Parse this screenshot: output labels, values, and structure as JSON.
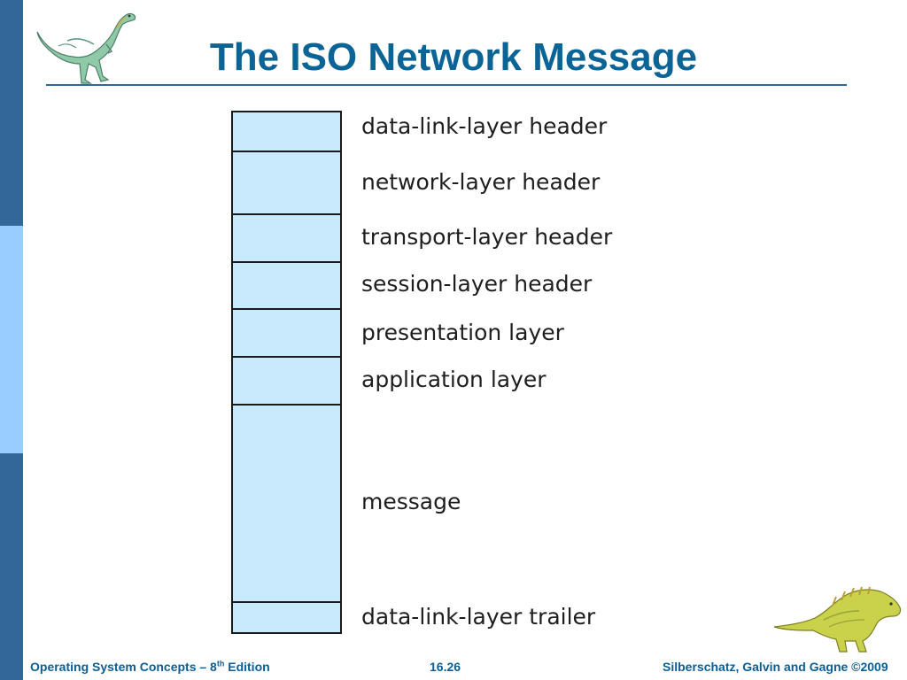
{
  "slide": {
    "title": "The ISO Network Message"
  },
  "diagram": {
    "layers": [
      {
        "label": "data-link-layer header"
      },
      {
        "label": "network-layer header"
      },
      {
        "label": "transport-layer header"
      },
      {
        "label": "session-layer header"
      },
      {
        "label": "presentation layer"
      },
      {
        "label": "application layer"
      },
      {
        "label": "message"
      },
      {
        "label": "data-link-layer trailer"
      }
    ]
  },
  "footer": {
    "book_prefix": "Operating System Concepts – 8",
    "book_sup": "th",
    "book_suffix": " Edition",
    "page_number": "16.26",
    "copyright": "Silberschatz, Galvin and Gagne ©2009"
  },
  "colors": {
    "title": "#0a6496",
    "accent_dark": "#336699",
    "accent_light": "#99ccff",
    "cell_fill": "#c9eafc"
  },
  "icons": {
    "top_left": "dinosaur-icon",
    "bottom_right": "dinosaur-icon"
  }
}
